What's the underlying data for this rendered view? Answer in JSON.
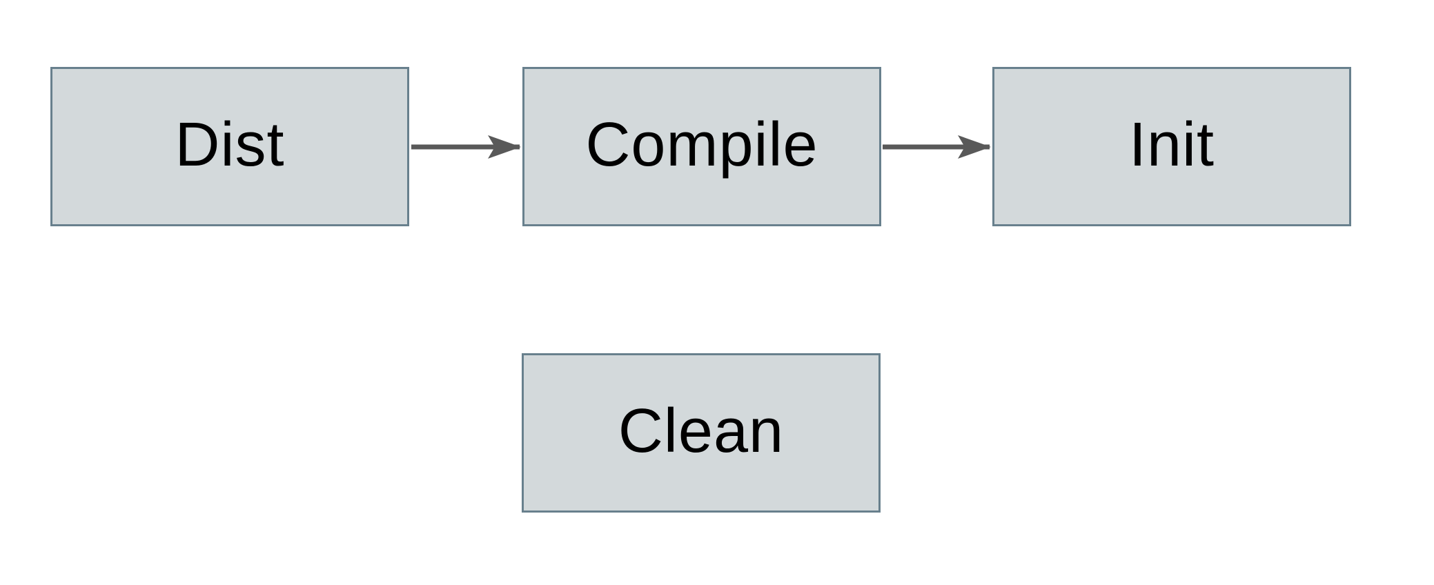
{
  "diagram": {
    "type": "flowchart",
    "nodes": [
      {
        "id": "dist",
        "label": "Dist"
      },
      {
        "id": "compile",
        "label": "Compile"
      },
      {
        "id": "init",
        "label": "Init"
      },
      {
        "id": "clean",
        "label": "Clean"
      }
    ],
    "edges": [
      {
        "from": "dist",
        "to": "compile",
        "style": "arrow-right"
      },
      {
        "from": "compile",
        "to": "init",
        "style": "arrow-right"
      }
    ]
  },
  "colors": {
    "background": "#ffffff",
    "node_fill": "#d3d9db",
    "node_border": "#68808d",
    "arrow": "#595959",
    "text": "#000000"
  }
}
